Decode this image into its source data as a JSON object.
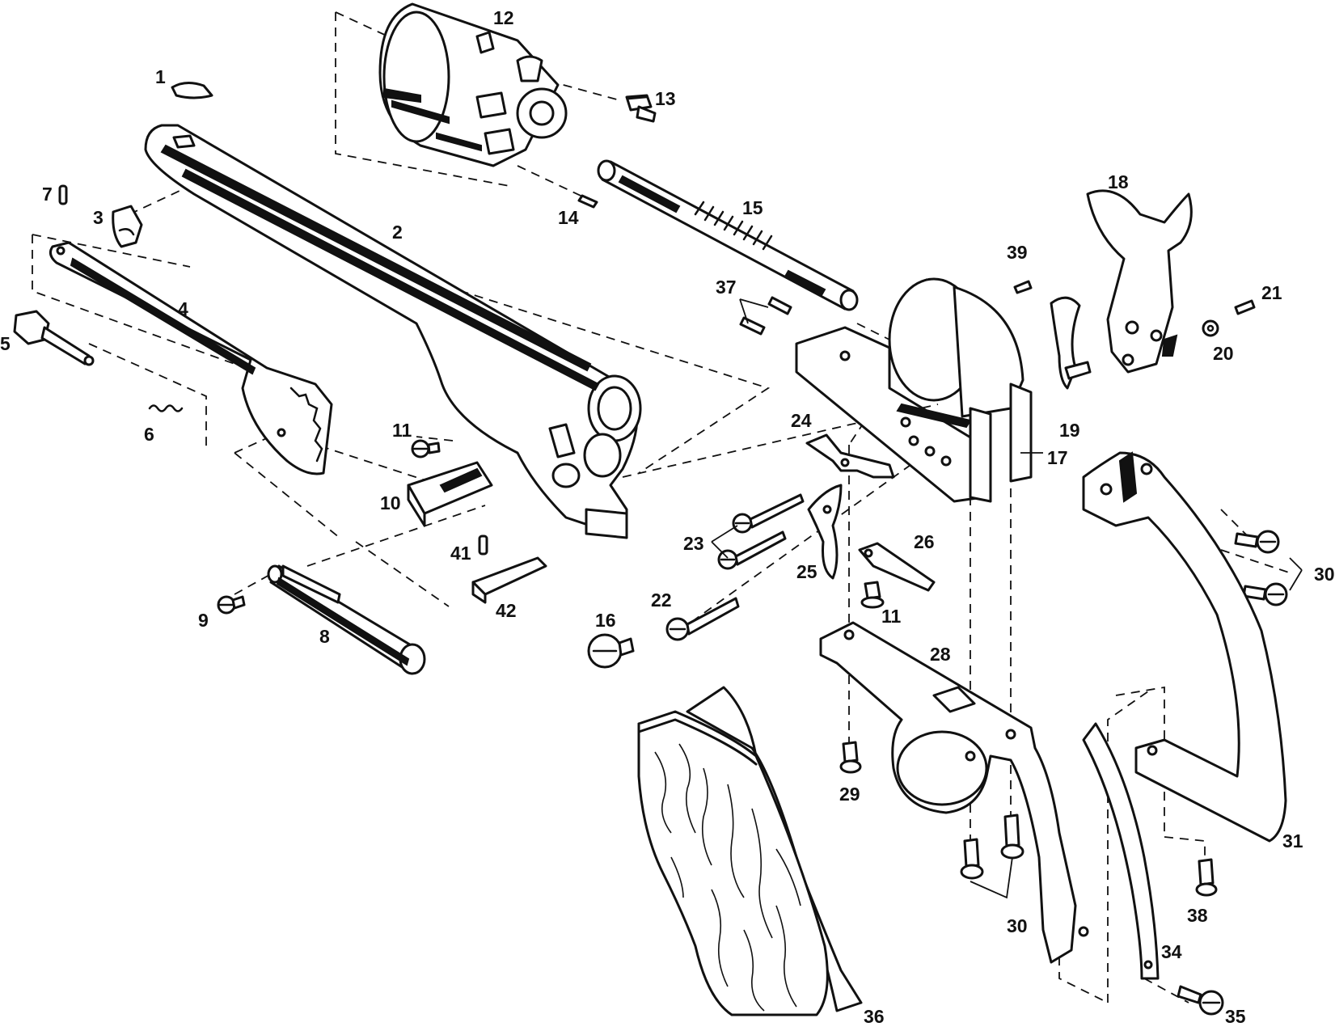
{
  "diagram": {
    "parts": [
      {
        "number": "1"
      },
      {
        "number": "2"
      },
      {
        "number": "3"
      },
      {
        "number": "4"
      },
      {
        "number": "5"
      },
      {
        "number": "6"
      },
      {
        "number": "7"
      },
      {
        "number": "8"
      },
      {
        "number": "9"
      },
      {
        "number": "10"
      },
      {
        "number": "11"
      },
      {
        "number": "11"
      },
      {
        "number": "12"
      },
      {
        "number": "13"
      },
      {
        "number": "14"
      },
      {
        "number": "15"
      },
      {
        "number": "16"
      },
      {
        "number": "17"
      },
      {
        "number": "18"
      },
      {
        "number": "19"
      },
      {
        "number": "20"
      },
      {
        "number": "21"
      },
      {
        "number": "22"
      },
      {
        "number": "23"
      },
      {
        "number": "24"
      },
      {
        "number": "25"
      },
      {
        "number": "26"
      },
      {
        "number": "28"
      },
      {
        "number": "29"
      },
      {
        "number": "30"
      },
      {
        "number": "30"
      },
      {
        "number": "31"
      },
      {
        "number": "34"
      },
      {
        "number": "35"
      },
      {
        "number": "36"
      },
      {
        "number": "37"
      },
      {
        "number": "38"
      },
      {
        "number": "39"
      },
      {
        "number": "41"
      },
      {
        "number": "42"
      }
    ]
  }
}
